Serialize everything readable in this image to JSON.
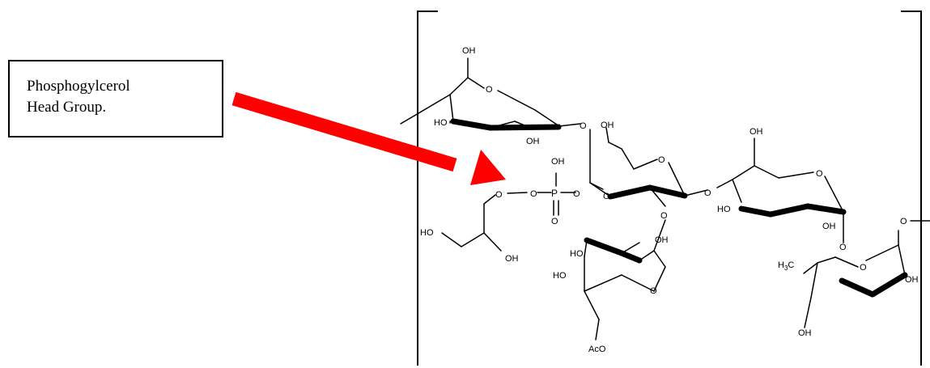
{
  "label": {
    "line1": "Phosphogylcerol",
    "line2": "Head Group."
  },
  "arrow_color": "#ff0000",
  "atoms": {
    "oh": "OH",
    "ho": "HO",
    "o": "O",
    "p": "P",
    "aco": "AcO",
    "h3c": "H",
    "h3c_sub": "3",
    "h3c_c": "C"
  }
}
